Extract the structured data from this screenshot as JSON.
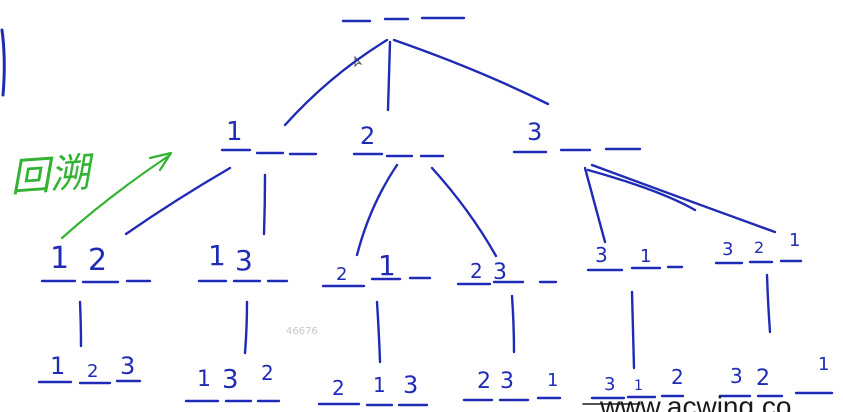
{
  "colors": {
    "ink": "#1f2bb5",
    "annotation": "#34b233",
    "watermark": "#1a1a1a",
    "faint": "#c8c8c8"
  },
  "annotation": {
    "text": "回溯"
  },
  "tree": {
    "root": "",
    "level1": [
      "1",
      "2",
      "3"
    ],
    "level2": [
      [
        "1",
        "2"
      ],
      [
        "1",
        "3"
      ],
      [
        "2",
        "1"
      ],
      [
        "2",
        "3"
      ],
      [
        "3",
        "1"
      ],
      [
        "3",
        "2",
        "1"
      ]
    ],
    "level3": [
      [
        "1",
        "2",
        "3"
      ],
      [
        "1",
        "3",
        "2"
      ],
      [
        "2",
        "1",
        "3"
      ],
      [
        "2",
        "3",
        "1"
      ],
      [
        "3",
        "1",
        "2"
      ],
      [
        "3",
        "2",
        "1"
      ]
    ]
  },
  "faint_id": "46676",
  "watermark": {
    "text": "www.acwing.co"
  }
}
